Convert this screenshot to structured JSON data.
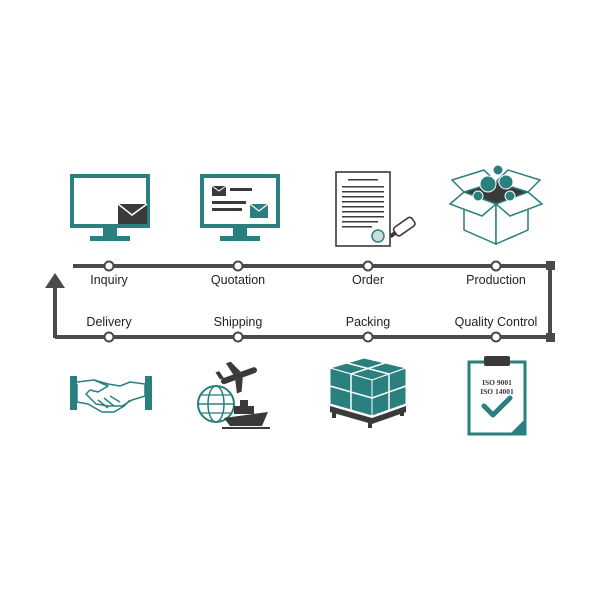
{
  "colors": {
    "accent": "#2a7f7f",
    "accent_light": "#c9dede",
    "dark": "#3a3a3a",
    "line": "#4a4a4a",
    "background": "#ffffff"
  },
  "top_steps": [
    {
      "label": "Inquiry",
      "icon": "monitor-mail-icon"
    },
    {
      "label": "Quotation",
      "icon": "monitor-document-icon"
    },
    {
      "label": "Order",
      "icon": "contract-stamp-icon"
    },
    {
      "label": "Production",
      "icon": "box-gears-icon"
    }
  ],
  "bottom_steps": [
    {
      "label": "Delivery",
      "icon": "handshake-icon"
    },
    {
      "label": "Shipping",
      "icon": "globe-plane-ship-icon"
    },
    {
      "label": "Packing",
      "icon": "pallet-boxes-icon"
    },
    {
      "label": "Quality Control",
      "icon": "clipboard-iso-icon"
    }
  ],
  "clipboard_text": {
    "line1": "ISO 9001",
    "line2": "ISO 14001"
  }
}
